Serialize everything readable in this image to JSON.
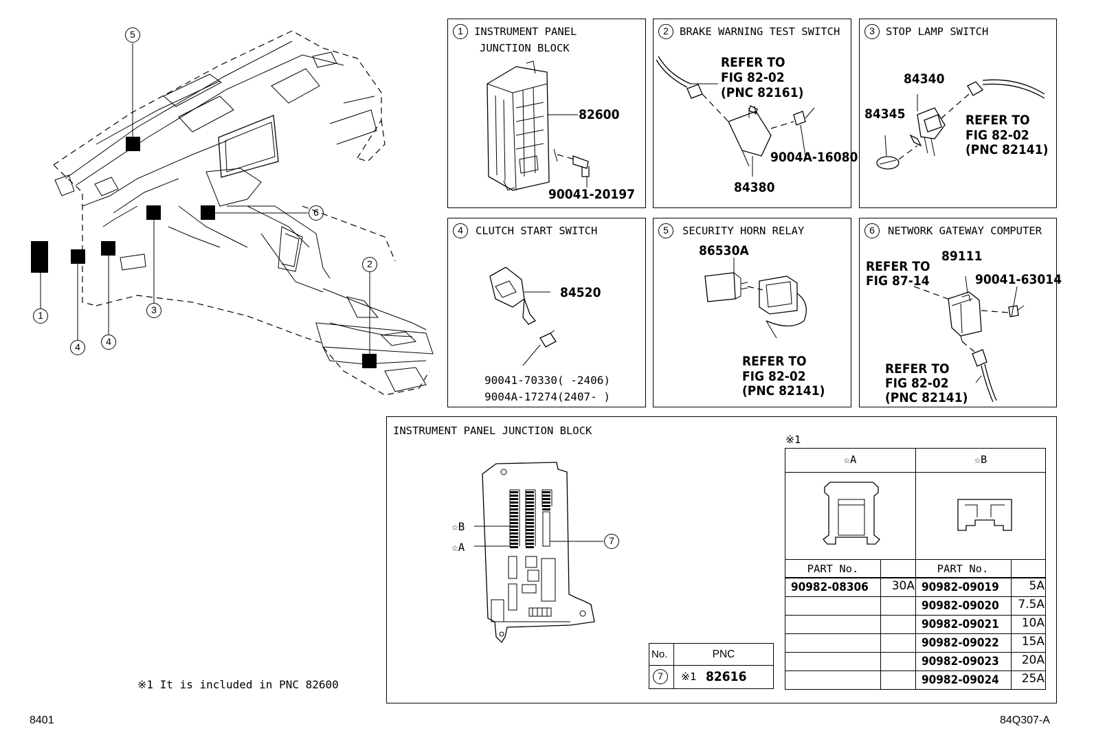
{
  "panels": {
    "p1": {
      "num": "1",
      "title_line1": "INSTRUMENT PANEL",
      "title_line2": "JUNCTION BLOCK",
      "parts": [
        "82600",
        "90041-20197"
      ]
    },
    "p2": {
      "num": "2",
      "title": "BRAKE WARNING TEST SWITCH",
      "refer": [
        "REFER TO",
        "FIG 82-02",
        "(PNC 82161)"
      ],
      "parts": [
        "84380",
        "9004A-16080"
      ]
    },
    "p3": {
      "num": "3",
      "title": "STOP LAMP SWITCH",
      "parts": [
        "84340",
        "84345"
      ],
      "refer": [
        "REFER TO",
        "FIG 82-02",
        "(PNC 82141)"
      ]
    },
    "p4": {
      "num": "4",
      "title": "CLUTCH START SWITCH",
      "parts": [
        "84520"
      ],
      "ranges": [
        "90041-70330(    -2406)",
        "9004A-17274(2407-    )"
      ]
    },
    "p5": {
      "num": "5",
      "title": "SECURITY HORN RELAY",
      "parts": [
        "86530A"
      ],
      "refer": [
        "REFER TO",
        "FIG 82-02",
        "(PNC 82141)"
      ]
    },
    "p6": {
      "num": "6",
      "title": "NETWORK GATEWAY COMPUTER",
      "parts": [
        "89111",
        "90041-63014"
      ],
      "refer_top": [
        "REFER TO",
        "FIG 87-14"
      ],
      "refer_bottom": [
        "REFER TO",
        "FIG 82-02",
        "(PNC 82141)"
      ]
    }
  },
  "overview": {
    "callouts": [
      "5",
      "6",
      "2",
      "1",
      "4",
      "4",
      "3"
    ]
  },
  "junction": {
    "title": "INSTRUMENT PANEL JUNCTION BLOCK",
    "label_b": "☆B",
    "label_a": "☆A",
    "callout": "7",
    "fuse_table": {
      "mark": "※1",
      "col_a": "☆A",
      "col_b": "☆B",
      "part_header": "PART No.",
      "col_a_rows": [
        {
          "part": "90982-08306",
          "amp": "30A"
        }
      ],
      "col_b_rows": [
        {
          "part": "90982-09019",
          "amp": "5A"
        },
        {
          "part": "90982-09020",
          "amp": "7.5A"
        },
        {
          "part": "90982-09021",
          "amp": "10A"
        },
        {
          "part": "90982-09022",
          "amp": "15A"
        },
        {
          "part": "90982-09023",
          "amp": "20A"
        },
        {
          "part": "90982-09024",
          "amp": "25A"
        }
      ]
    },
    "pnc_table": {
      "col_no": "No.",
      "col_pnc": "PNC",
      "row_no": "7",
      "row_mark": "※1",
      "row_pnc": "82616"
    }
  },
  "footnote": "※1 It is included in PNC 82600",
  "footer": {
    "left": "8401",
    "right": "84Q307-A"
  }
}
